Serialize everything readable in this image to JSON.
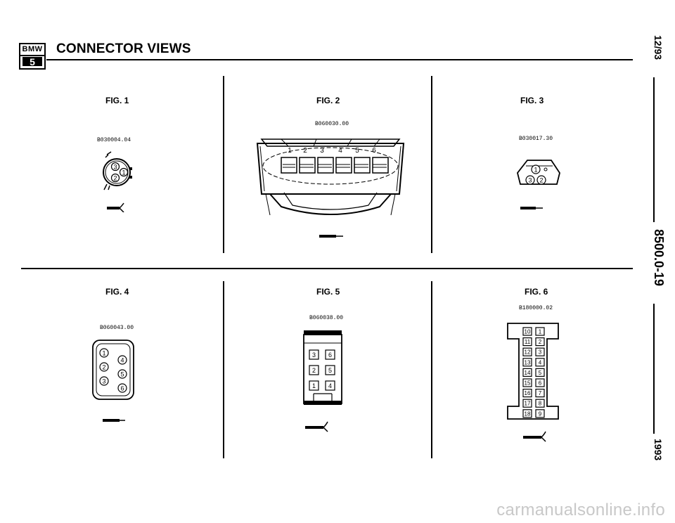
{
  "header": {
    "logo_top": "BMW",
    "logo_bottom": "5",
    "title": "CONNECTOR VIEWS"
  },
  "figures": [
    {
      "label": "FIG. 1",
      "code": "B030004.04",
      "pins": [
        "3",
        "2",
        "1"
      ]
    },
    {
      "label": "FIG. 2",
      "code": "B060030.00",
      "pins": [
        "1",
        "2",
        "3",
        "4",
        "5",
        "6"
      ]
    },
    {
      "label": "FIG. 3",
      "code": "B030017.30",
      "pins": [
        "1",
        "3",
        "2"
      ]
    },
    {
      "label": "FIG. 4",
      "code": "B060043.00",
      "pins": [
        "1",
        "2",
        "3",
        "4",
        "5",
        "6"
      ]
    },
    {
      "label": "FIG. 5",
      "code": "B060038.00",
      "pins": [
        "3",
        "6",
        "2",
        "5",
        "1",
        "4"
      ]
    },
    {
      "label": "FIG. 6",
      "code": "B180000.02",
      "pins": [
        "10",
        "1",
        "11",
        "2",
        "12",
        "3",
        "13",
        "4",
        "14",
        "5",
        "15",
        "6",
        "16",
        "7",
        "17",
        "8",
        "18",
        "9"
      ]
    }
  ],
  "sidebar": {
    "date": "12/93",
    "page_number": "8500.0-19",
    "year": "1993"
  },
  "watermark": "carmanualsonline.info"
}
